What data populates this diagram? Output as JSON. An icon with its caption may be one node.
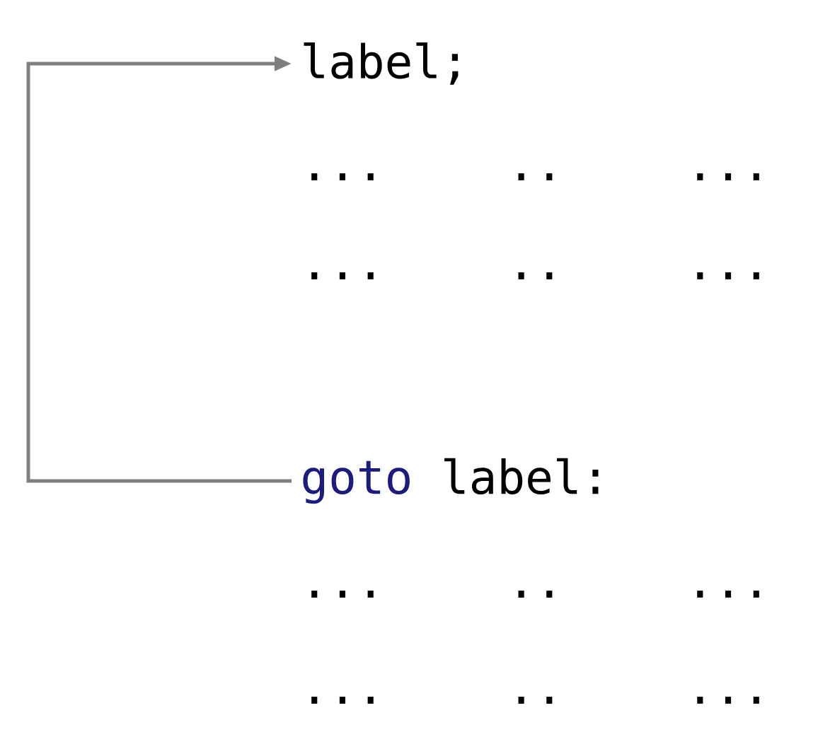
{
  "diagram": {
    "nodes": [
      {
        "text": [
          "label;"
        ]
      },
      {
        "text": [
          "goto",
          "label:"
        ]
      }
    ],
    "edges": [
      {
        "from": 1,
        "to": 0,
        "arrow": "to"
      }
    ],
    "labels": [
      "... .. ...",
      "... .. ...",
      "... .. ...",
      "... .. ..."
    ]
  }
}
